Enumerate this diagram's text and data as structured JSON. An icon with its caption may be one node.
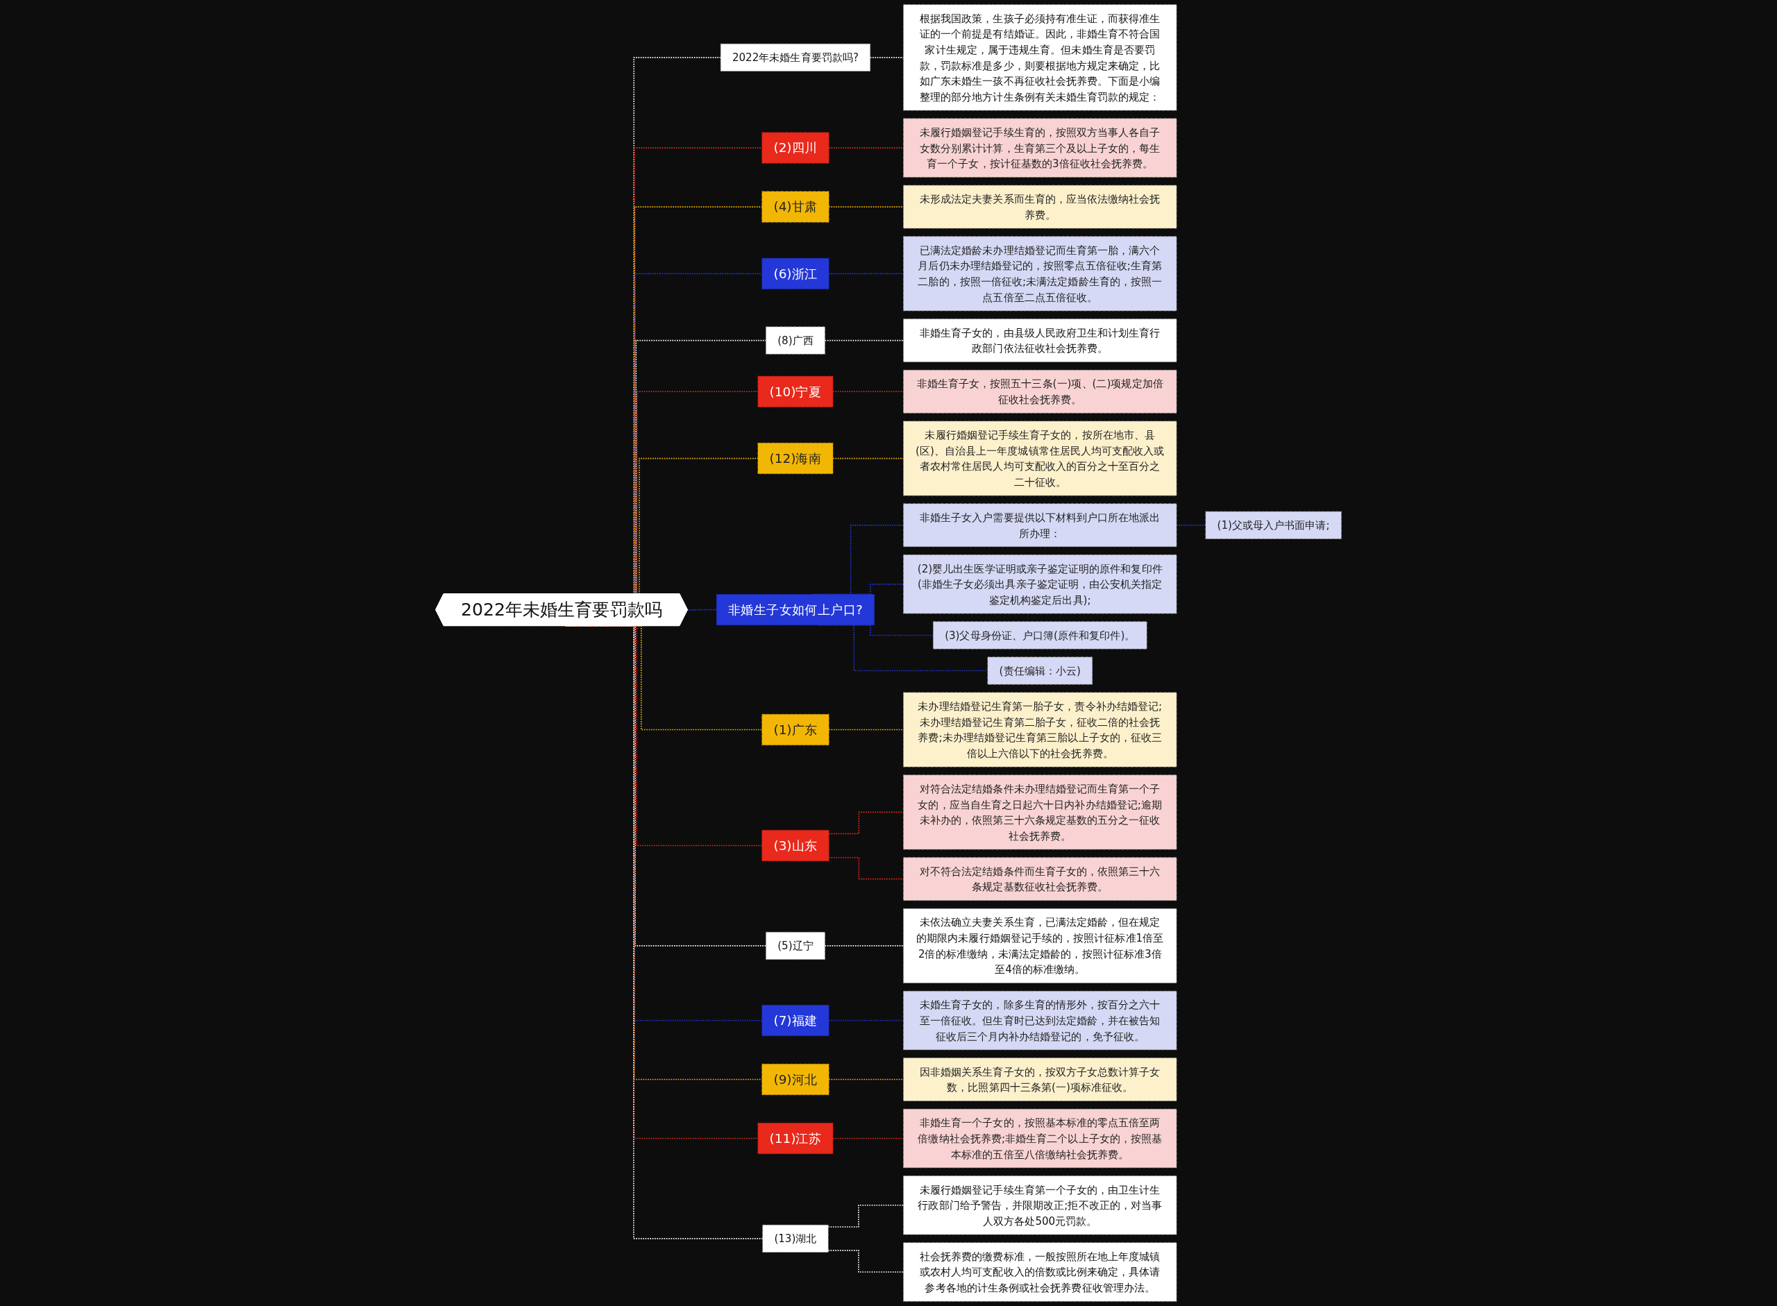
{
  "diagram": {
    "nodes": [
      {
        "text": [
          "2022年未婚生育要罚款吗"
        ]
      },
      {
        "text": [
          "2022年未婚生育要罚款吗?"
        ]
      },
      {
        "text": [
          "根据我国政策，生孩子必须持有准生证，而获得准生证的一个前提是有结婚证。因此，非婚生育不符合国家计生规定，属于违规生育。但未婚生育是否要罚款，罚款标准是多少，则要根据地方规定来确定，比如广东未婚生一孩不再征收社会抚养费。下面是小编整理的部分地方计生条例有关未婚生育罚款的规定："
        ]
      },
      {
        "text": [
          "(2)四川"
        ]
      },
      {
        "text": [
          "未履行婚姻登记手续生育的，按照双方当事人各自子女数分别累计计算，生育第三个及以上子女的，每生育一个子女，按计征基数的3倍征收社会抚养费。"
        ]
      },
      {
        "text": [
          "(4)甘肃"
        ]
      },
      {
        "text": [
          "未形成法定夫妻关系而生育的，应当依法缴纳社会抚养费。"
        ]
      },
      {
        "text": [
          "(6)浙江"
        ]
      },
      {
        "text": [
          "已满法定婚龄未办理结婚登记而生育第一胎，满六个月后仍未办理结婚登记的，按照零点五倍征收;生育第二胎的，按照一倍征收;未满法定婚龄生育的，按照一点五倍至二点五倍征收。"
        ]
      },
      {
        "text": [
          "(8)广西"
        ]
      },
      {
        "text": [
          "非婚生育子女的，由县级人民政府卫生和计划生育行政部门依法征收社会抚养费。"
        ]
      },
      {
        "text": [
          "(10)宁夏"
        ]
      },
      {
        "text": [
          "非婚生育子女，按照五十三条(一)项、(二)项规定加倍征收社会抚养费。"
        ]
      },
      {
        "text": [
          "(12)海南"
        ]
      },
      {
        "text": [
          "未履行婚姻登记手续生育子女的，按所在地市、县(区)、自治县上一年度城镇常住居民人均可支配收入或者农村常住居民人均可支配收入的百分之十至百分之二十征收。"
        ]
      },
      {
        "text": [
          "非婚生子女如何上户口?"
        ]
      },
      {
        "text": [
          "非婚生子女入户需要提供以下材料到户口所在地派出所办理："
        ]
      },
      {
        "text": [
          "(1)父或母入户书面申请;"
        ]
      },
      {
        "text": [
          "(2)婴儿出生医学证明或亲子鉴定证明的原件和复印件(非婚生子女必须出具亲子鉴定证明，由公安机关指定鉴定机构鉴定后出具);"
        ]
      },
      {
        "text": [
          "(3)父母身份证、户口簿(原件和复印件)。"
        ]
      },
      {
        "text": [
          "(责任编辑：小云)"
        ]
      },
      {
        "text": [
          "(1)广东"
        ]
      },
      {
        "text": [
          "未办理结婚登记生育第一胎子女，责令补办结婚登记;未办理结婚登记生育第二胎子女，征收二倍的社会抚养费;未办理结婚登记生育第三胎以上子女的，征收三倍以上六倍以下的社会抚养费。"
        ]
      },
      {
        "text": [
          "(3)山东"
        ]
      },
      {
        "text": [
          "对符合法定结婚条件未办理结婚登记而生育第一个子女的，应当自生育之日起六十日内补办结婚登记;逾期未补办的，依照第三十六条规定基数的五分之一征收社会抚养费。"
        ]
      },
      {
        "text": [
          "对不符合法定结婚条件而生育子女的，依照第三十六条规定基数征收社会抚养费。"
        ]
      },
      {
        "text": [
          "(5)辽宁"
        ]
      },
      {
        "text": [
          "未依法确立夫妻关系生育，已满法定婚龄，但在规定的期限内未履行婚姻登记手续的，按照计征标准1倍至2倍的标准缴纳，未满法定婚龄的，按照计征标准3倍至4倍的标准缴纳。"
        ]
      },
      {
        "text": [
          "(7)福建"
        ]
      },
      {
        "text": [
          "未婚生育子女的，除多生育的情形外，按百分之六十至一倍征收。但生育时已达到法定婚龄，并在被告知征收后三个月内补办结婚登记的，免予征收。"
        ]
      },
      {
        "text": [
          "(9)河北"
        ]
      },
      {
        "text": [
          "因非婚姻关系生育子女的，按双方子女总数计算子女数，比照第四十三条第(一)项标准征收。"
        ]
      },
      {
        "text": [
          "(11)江苏"
        ]
      },
      {
        "text": [
          "非婚生育一个子女的，按照基本标准的零点五倍至两倍缴纳社会抚养费;非婚生育二个以上子女的，按照基本标准的五倍至八倍缴纳社会抚养费。"
        ]
      },
      {
        "text": [
          "(13)湖北"
        ]
      },
      {
        "text": [
          "未履行婚姻登记手续生育第一个子女的，由卫生计生行政部门给予警告，并限期改正;拒不改正的，对当事人双方各处500元罚款。"
        ]
      },
      {
        "text": [
          "社会抚养费的缴费标准，一般按照所在地上年度城镇或农村人均可支配收入的倍数或比例来确定，具体请参考各地的计生条例或社会抚养费征收管理办法。"
        ]
      }
    ],
    "edges": [
      {
        "from": 0,
        "to": 1,
        "arrow": "none",
        "style": "dashed",
        "color": "#ffffff"
      },
      {
        "from": 1,
        "to": 2,
        "arrow": "none",
        "style": "dashed",
        "color": "#ffffff"
      },
      {
        "from": 0,
        "to": 3,
        "arrow": "none",
        "style": "dashed",
        "color": "#e8291c"
      },
      {
        "from": 3,
        "to": 4,
        "arrow": "none",
        "style": "dashed",
        "color": "#e8291c"
      },
      {
        "from": 0,
        "to": 5,
        "arrow": "none",
        "style": "dashed",
        "color": "#f2b705"
      },
      {
        "from": 5,
        "to": 6,
        "arrow": "none",
        "style": "dashed",
        "color": "#f2b705"
      },
      {
        "from": 0,
        "to": 7,
        "arrow": "none",
        "style": "dashed",
        "color": "#2437d8"
      },
      {
        "from": 7,
        "to": 8,
        "arrow": "none",
        "style": "dashed",
        "color": "#2437d8"
      },
      {
        "from": 0,
        "to": 9,
        "arrow": "none",
        "style": "dashed",
        "color": "#ffffff"
      },
      {
        "from": 9,
        "to": 10,
        "arrow": "none",
        "style": "dashed",
        "color": "#ffffff"
      },
      {
        "from": 0,
        "to": 11,
        "arrow": "none",
        "style": "dashed",
        "color": "#e8291c"
      },
      {
        "from": 11,
        "to": 12,
        "arrow": "none",
        "style": "dashed",
        "color": "#e8291c"
      },
      {
        "from": 0,
        "to": 13,
        "arrow": "none",
        "style": "dashed",
        "color": "#f2b705"
      },
      {
        "from": 13,
        "to": 14,
        "arrow": "none",
        "style": "dashed",
        "color": "#f2b705"
      },
      {
        "from": 0,
        "to": 15,
        "arrow": "none",
        "style": "dashed",
        "color": "#2437d8"
      },
      {
        "from": 15,
        "to": 16,
        "arrow": "none",
        "style": "dashed",
        "color": "#2437d8"
      },
      {
        "from": 16,
        "to": 17,
        "arrow": "none",
        "style": "dashed",
        "color": "#2437d8"
      },
      {
        "from": 15,
        "to": 18,
        "arrow": "none",
        "style": "dashed",
        "color": "#2437d8"
      },
      {
        "from": 15,
        "to": 19,
        "arrow": "none",
        "style": "dashed",
        "color": "#2437d8"
      },
      {
        "from": 15,
        "to": 20,
        "arrow": "none",
        "style": "dashed",
        "color": "#2437d8"
      },
      {
        "from": 0,
        "to": 21,
        "arrow": "none",
        "style": "dashed",
        "color": "#f2b705"
      },
      {
        "from": 21,
        "to": 22,
        "arrow": "none",
        "style": "dashed",
        "color": "#f2b705"
      },
      {
        "from": 0,
        "to": 23,
        "arrow": "none",
        "style": "dashed",
        "color": "#e8291c"
      },
      {
        "from": 23,
        "to": 24,
        "arrow": "none",
        "style": "dashed",
        "color": "#e8291c"
      },
      {
        "from": 23,
        "to": 25,
        "arrow": "none",
        "style": "dashed",
        "color": "#e8291c"
      },
      {
        "from": 0,
        "to": 26,
        "arrow": "none",
        "style": "dashed",
        "color": "#ffffff"
      },
      {
        "from": 26,
        "to": 27,
        "arrow": "none",
        "style": "dashed",
        "color": "#ffffff"
      },
      {
        "from": 0,
        "to": 28,
        "arrow": "none",
        "style": "dashed",
        "color": "#2437d8"
      },
      {
        "from": 28,
        "to": 29,
        "arrow": "none",
        "style": "dashed",
        "color": "#2437d8"
      },
      {
        "from": 0,
        "to": 30,
        "arrow": "none",
        "style": "dashed",
        "color": "#f2b705"
      },
      {
        "from": 30,
        "to": 31,
        "arrow": "none",
        "style": "dashed",
        "color": "#f2b705"
      },
      {
        "from": 0,
        "to": 32,
        "arrow": "none",
        "style": "dashed",
        "color": "#e8291c"
      },
      {
        "from": 32,
        "to": 33,
        "arrow": "none",
        "style": "dashed",
        "color": "#e8291c"
      },
      {
        "from": 0,
        "to": 34,
        "arrow": "none",
        "style": "dashed",
        "color": "#ffffff"
      },
      {
        "from": 34,
        "to": 35,
        "arrow": "none",
        "style": "dashed",
        "color": "#ffffff"
      },
      {
        "from": 34,
        "to": 36,
        "arrow": "none",
        "style": "dashed",
        "color": "#ffffff"
      }
    ]
  }
}
